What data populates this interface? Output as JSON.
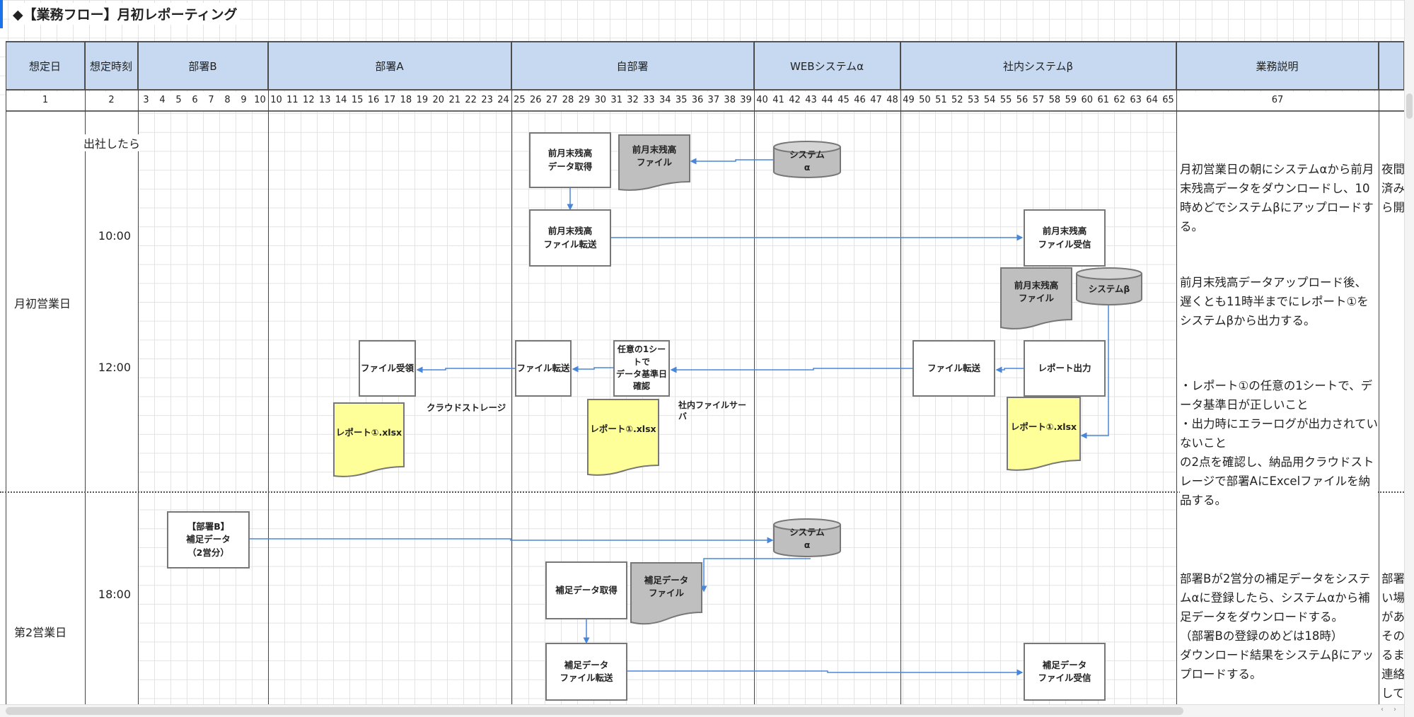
{
  "title": "◆【業務フロー】月初レポーティング",
  "headers": {
    "date": "想定日",
    "time": "想定時刻",
    "deptB": "部署B",
    "deptA": "部署A",
    "own": "自部署",
    "web": "WEBシステムα",
    "internal": "社内システムβ",
    "desc": "業務説明"
  },
  "column_numbers": {
    "first": "1",
    "second": "2",
    "grid": [
      "3",
      "4",
      "5",
      "6",
      "7",
      "8",
      "9",
      "10",
      "10",
      "11",
      "12",
      "13",
      "14",
      "15",
      "16",
      "17",
      "18",
      "19",
      "20",
      "21",
      "22",
      "23",
      "24",
      "25",
      "26",
      "27",
      "28",
      "29",
      "30",
      "31",
      "32",
      "33",
      "34",
      "35",
      "36",
      "37",
      "38",
      "39",
      "40",
      "41",
      "42",
      "43",
      "44",
      "45",
      "46",
      "47",
      "48",
      "49",
      "50",
      "51",
      "52",
      "53",
      "54",
      "55",
      "56",
      "57",
      "58",
      "59",
      "60",
      "61",
      "62",
      "63",
      "64",
      "65"
    ],
    "desc": "67"
  },
  "days": {
    "day1": "月初営業日",
    "day2": "第2営業日"
  },
  "times": {
    "arrival": "出社したら",
    "t1000": "10:00",
    "t1200": "12:00",
    "t1800": "18:00"
  },
  "day1_shapes": {
    "get_balance": "前月末残高\nデータ取得",
    "balance_file": "前月末残高\nファイル",
    "system_alpha": "システム\nα",
    "send_balance": "前月末残高\nファイル転送",
    "recv_balance": "前月末残高\nファイル受信",
    "balance_file_beta": "前月末残高\nファイル",
    "system_beta": "システムβ",
    "file_receipt": "ファイル受領",
    "file_transfer_own": "ファイル転送",
    "check_date": "任意の1シートで\nデータ基準日\n確認",
    "file_transfer_beta": "ファイル転送",
    "report_output": "レポート出力",
    "report_file_a": "レポート①.xlsx",
    "report_file_own": "レポート①.xlsx",
    "report_file_beta": "レポート①.xlsx",
    "cloud_storage_label": "クラウドストレージ",
    "file_server_label": "社内ファイルサー\nバ"
  },
  "day2_shapes": {
    "deptB_data": "【部署B】\n補足データ\n（2営分）",
    "system_alpha": "システム\nα",
    "get_supp": "補足データ取得",
    "supp_file": "補足データ\nファイル",
    "send_supp": "補足データ\nファイル転送",
    "recv_supp": "補足データ\nファイル受信"
  },
  "descriptions": {
    "d1_a": "月初営業日の朝にシステムαから前月末残高データをダウンロードし、10時めどでシステムβにアップロードする。",
    "d1_b": "前月末残高データアップロード後、遅くとも11時半までにレポート①をシステムβから出力する。",
    "d1_c": "・レポート①の任意の1シートで、データ基準日が正しいこと\n・出力時にエラーログが出力されていないこと\nの2点を確認し、納品用クラウドストレージで部署AにExcelファイルを納品する。",
    "d2": "部署Bが2営分の補足データをシステムαに登録したら、システムαから補足データをダウンロードする。\n（部署Bの登録のめどは18時）\nダウンロード結果をシステムβにアップロードする。"
  },
  "extra_column": {
    "d1_lines": [
      "夜間",
      "済み",
      "ら開"
    ],
    "d2_lines": [
      "部署",
      "い場",
      "があ",
      "その",
      "るま",
      "連絡",
      "して"
    ]
  },
  "colors": {
    "header_bg": "#c6d9f0",
    "doc_gray": "#bfbfbf",
    "doc_yellow": "#ffff99",
    "connector": "#4a86d8"
  }
}
